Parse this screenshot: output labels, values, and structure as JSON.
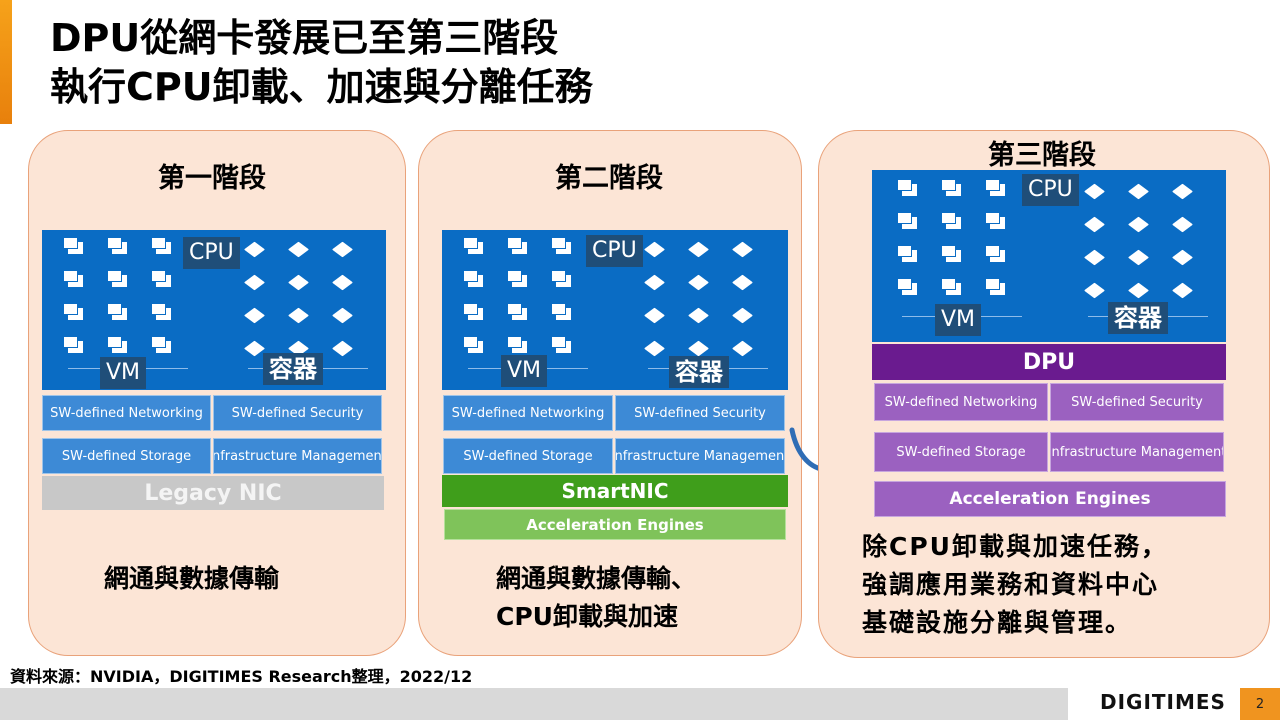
{
  "title": {
    "line1": "DPU從網卡發展已至第三階段",
    "line2": "執行CPU卸載、加速與分離任務"
  },
  "panels": [
    {
      "stage": "第一階段",
      "cpu": "CPU",
      "vm": "VM",
      "container": "容器",
      "cells": [
        "SW-defined Networking",
        "SW-defined Security",
        "SW-defined Storage",
        "Infrastructure Management"
      ],
      "nic": "Legacy NIC",
      "desc": [
        "網通與數據傳輸"
      ]
    },
    {
      "stage": "第二階段",
      "cpu": "CPU",
      "vm": "VM",
      "container": "容器",
      "cells": [
        "SW-defined Networking",
        "SW-defined Security",
        "SW-defined Storage",
        "Infrastructure Management"
      ],
      "nic": "SmartNIC",
      "accel": "Acceleration Engines",
      "desc": [
        "網通與數據傳輸、",
        "CPU卸載與加速"
      ]
    },
    {
      "stage": "第三階段",
      "cpu": "CPU",
      "vm": "VM",
      "container": "容器",
      "dpu": "DPU",
      "cells": [
        "SW-defined Networking",
        "SW-defined Security",
        "SW-defined Storage",
        "Infrastructure Management"
      ],
      "accel": "Acceleration Engines",
      "desc": [
        "除CPU卸載與加速任務，",
        "強調應用業務和資料中心",
        "基礎設施分離與管理。"
      ]
    }
  ],
  "source": "資料來源：NVIDIA，DIGITIMES Research整理，2022/12",
  "logo": "DIGITIMES",
  "page_number": "2",
  "colors": {
    "accent": "#f0941f",
    "server_blue": "#0a6cc4",
    "panel_bg": "#fce5d6",
    "dpu_purple": "#6a1b8f",
    "smartnic_green": "#3f9e1b"
  }
}
